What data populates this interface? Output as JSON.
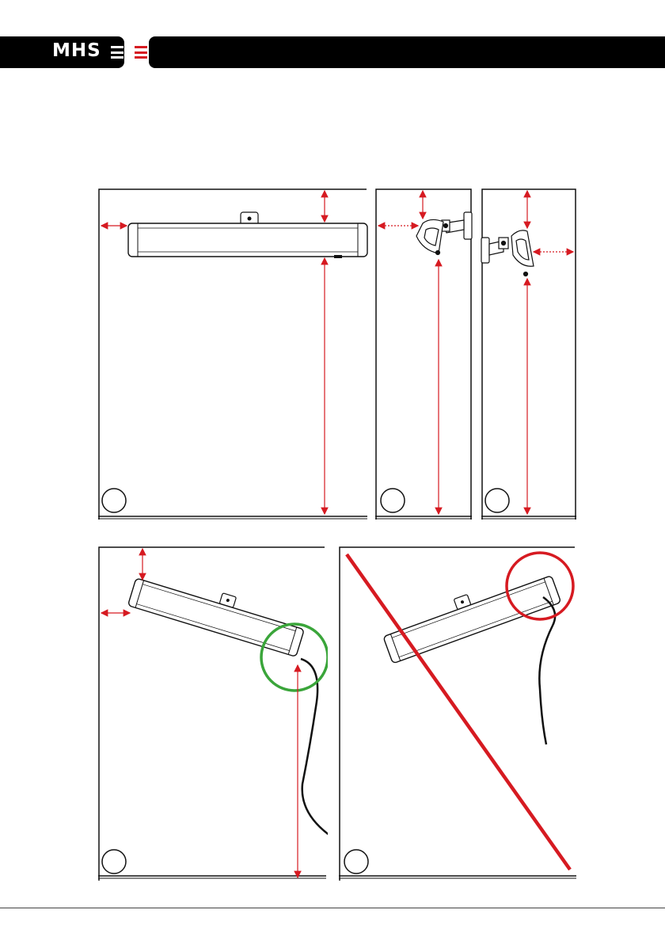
{
  "header": {
    "logo_text": "MHS",
    "menu_icon": "hamburger-icon"
  },
  "colors": {
    "header_black": "#000000",
    "dimension_red": "#d61a21",
    "ok_green": "#3aa53a",
    "wrong_red": "#d61a21",
    "line": "#111111"
  },
  "icons": {
    "figure_marker": "circle-icon",
    "correct_mark": "green-circle",
    "wrong_mark": "red-circle-and-strike"
  }
}
